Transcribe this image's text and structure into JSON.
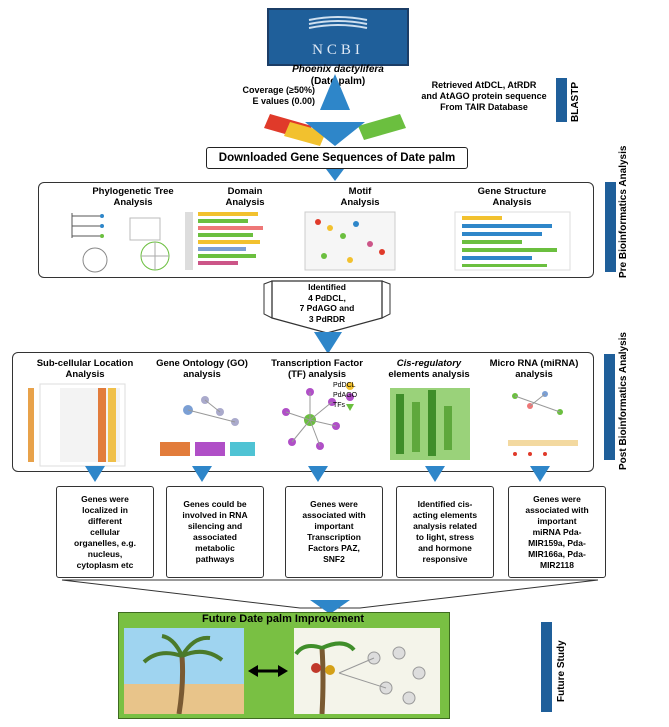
{
  "ncbi": {
    "logo_text": "NCBI",
    "species": "Phoenix dactylifera",
    "common": "(Date palm)"
  },
  "blast": {
    "left_text_1": "Coverage (≥50%)",
    "left_text_2": "E values (0.00)",
    "right_text_1": "Retrieved AtDCL, AtRDR",
    "right_text_2": "and AtAGO protein sequence",
    "right_text_3": "From TAIR Database",
    "label": "BLASTP"
  },
  "downloaded": "Downloaded Gene Sequences of Date palm",
  "pre": {
    "label": "Pre Bioinformatics Analysis",
    "panels": [
      {
        "line1": "Phylogenetic Tree",
        "line2": "Analysis"
      },
      {
        "line1": "Domain",
        "line2": "Analysis"
      },
      {
        "line1": "Motif",
        "line2": "Analysis"
      },
      {
        "line1": "Gene Structure",
        "line2": "Analysis"
      }
    ]
  },
  "identified": {
    "l1": "Identified",
    "l2": "4 PdDCL,",
    "l3": "7 PdAGO and",
    "l4": "3 PdRDR"
  },
  "post": {
    "label": "Post Bioinformatics Analysis",
    "panels": [
      {
        "line1": "Sub-cellular Location",
        "line2": "Analysis"
      },
      {
        "line1": "Gene Ontology (GO)",
        "line2": "analysis"
      },
      {
        "line1": "Transcription Factor",
        "line2": "(TF) analysis"
      },
      {
        "line1": "Cis-regulatory",
        "line2": "elements analysis"
      },
      {
        "line1": "Micro RNA (miRNA)",
        "line2": "analysis"
      }
    ],
    "tf_legend": [
      "PdDCL",
      "PdAGO",
      "TFs"
    ]
  },
  "findings": [
    {
      "l1": "Genes were",
      "l2": "localized in",
      "l3": "different",
      "l4": "cellular",
      "l5": "organelles, e.g.",
      "l6": "nucleus,",
      "l7": "cytoplasm etc"
    },
    {
      "l1": "Genes could be",
      "l2": "involved in RNA",
      "l3": "silencing and",
      "l4": "associated",
      "l5": "metabolic",
      "l6": "pathways",
      "l7": ""
    },
    {
      "l1": "Genes were",
      "l2": "associated with",
      "l3": "important",
      "l4": "Transcription",
      "l5": "Factors PAZ,",
      "l6": "SNF2",
      "l7": ""
    },
    {
      "l1": "Identified cis-",
      "l2": "acting elements",
      "l3": "analysis related",
      "l4": "to light, stress",
      "l5": "and hormone",
      "l6": "responsive",
      "l7": ""
    },
    {
      "l1": "Genes were",
      "l2": "associated with",
      "l3": "important",
      "l4": "miRNA Pda-",
      "l5": "MIR159a, Pda-",
      "l6": "MIR166a, Pda-",
      "l7": "MIR2118"
    }
  ],
  "future": {
    "title": "Future Date palm Improvement",
    "label": "Future Study"
  },
  "colors": {
    "blue": "#1f5f9a",
    "arrow_blue": "#2e86c9",
    "green": "#79c043",
    "red": "#e03a2a",
    "yellow": "#f2c12e"
  }
}
